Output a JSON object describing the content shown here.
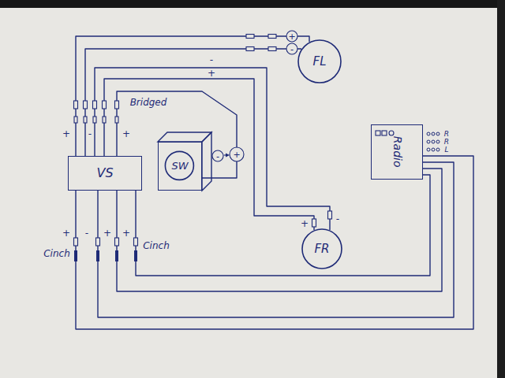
{
  "diagram": {
    "nodes": [
      {
        "text": [
          "FL"
        ]
      },
      {
        "text": [
          "Radio"
        ]
      },
      {
        "text": [
          "SW"
        ]
      },
      {
        "text": [
          "VS"
        ]
      },
      {
        "text": [
          "FR"
        ]
      }
    ],
    "edges": [
      {
        "from": 3,
        "to": 0,
        "arrow": "none"
      },
      {
        "from": 3,
        "to": 0,
        "arrow": "none"
      },
      {
        "from": 3,
        "to": 4,
        "arrow": "none"
      },
      {
        "from": 3,
        "to": 4,
        "arrow": "none"
      },
      {
        "from": 3,
        "to": 2,
        "arrow": "none"
      },
      {
        "from": 1,
        "to": 3,
        "arrow": "none"
      },
      {
        "from": 1,
        "to": 3,
        "arrow": "none"
      },
      {
        "from": 1,
        "to": 3,
        "arrow": "none"
      },
      {
        "from": 1,
        "to": 3,
        "arrow": "none"
      }
    ],
    "labels": [
      "Bridged",
      "Cinch",
      "Cinch",
      "R",
      "R",
      "L",
      "+",
      "-",
      "-",
      "+",
      "-",
      "+",
      "-",
      "+",
      "+",
      "-",
      "+",
      "+",
      "-",
      "+",
      "+"
    ]
  }
}
